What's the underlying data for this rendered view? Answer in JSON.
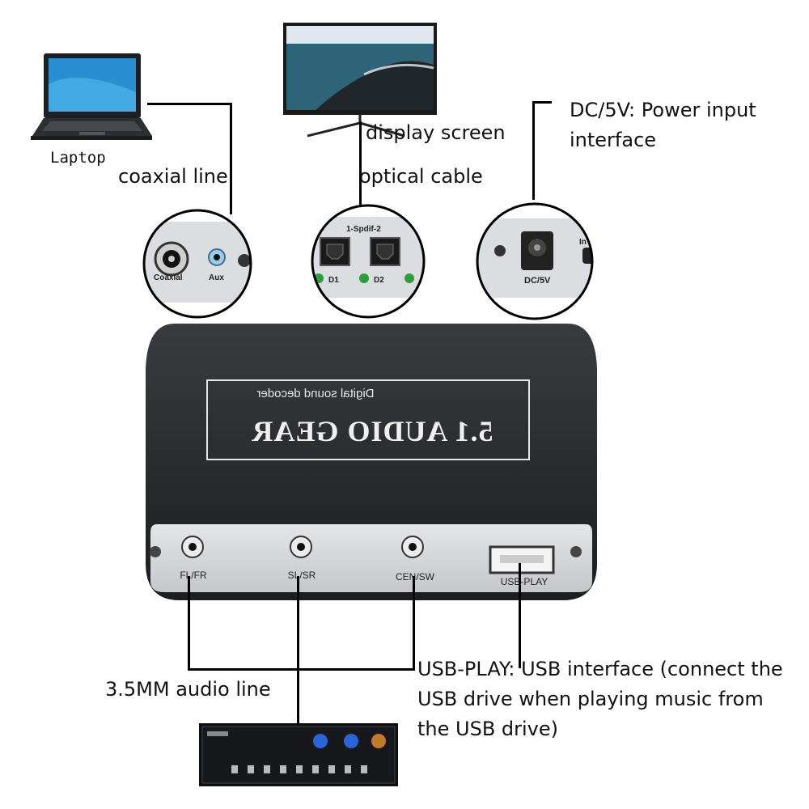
{
  "devices": {
    "laptop": "Laptop"
  },
  "labels": {
    "coaxial_line": "coaxial line",
    "display_screen": "display screen",
    "optical_cable": "optical cable",
    "power_input_line1": "DC/5V: Power input",
    "power_input_line2": "interface",
    "audio_line": "3.5MM audio line",
    "usb_play_line1": "USB-PLAY: USB interface (connect the",
    "usb_play_line2": "USB drive when playing music from",
    "usb_play_line3": "the USB drive)"
  },
  "detail_coaxial": {
    "coaxial": "Coaxial",
    "aux": "Aux"
  },
  "detail_optical": {
    "title": "1-Spdif-2",
    "d1": "D1",
    "d2": "D2"
  },
  "detail_power": {
    "dc": "DC/5V",
    "partial": "In"
  },
  "decoder": {
    "brand": "5.1 AUDIO GEAR",
    "subtitle": "Digital sound decoder",
    "port_fl_fr": "FL/FR",
    "port_sl_sr": "SL/SR",
    "port_cen_sw": "CEN/SW",
    "port_usb": "USB-PLAY"
  },
  "colors": {
    "device_body": "#2b2b2d",
    "panel_silver": "#d9dadc",
    "led_green": "#2e9e3a"
  }
}
